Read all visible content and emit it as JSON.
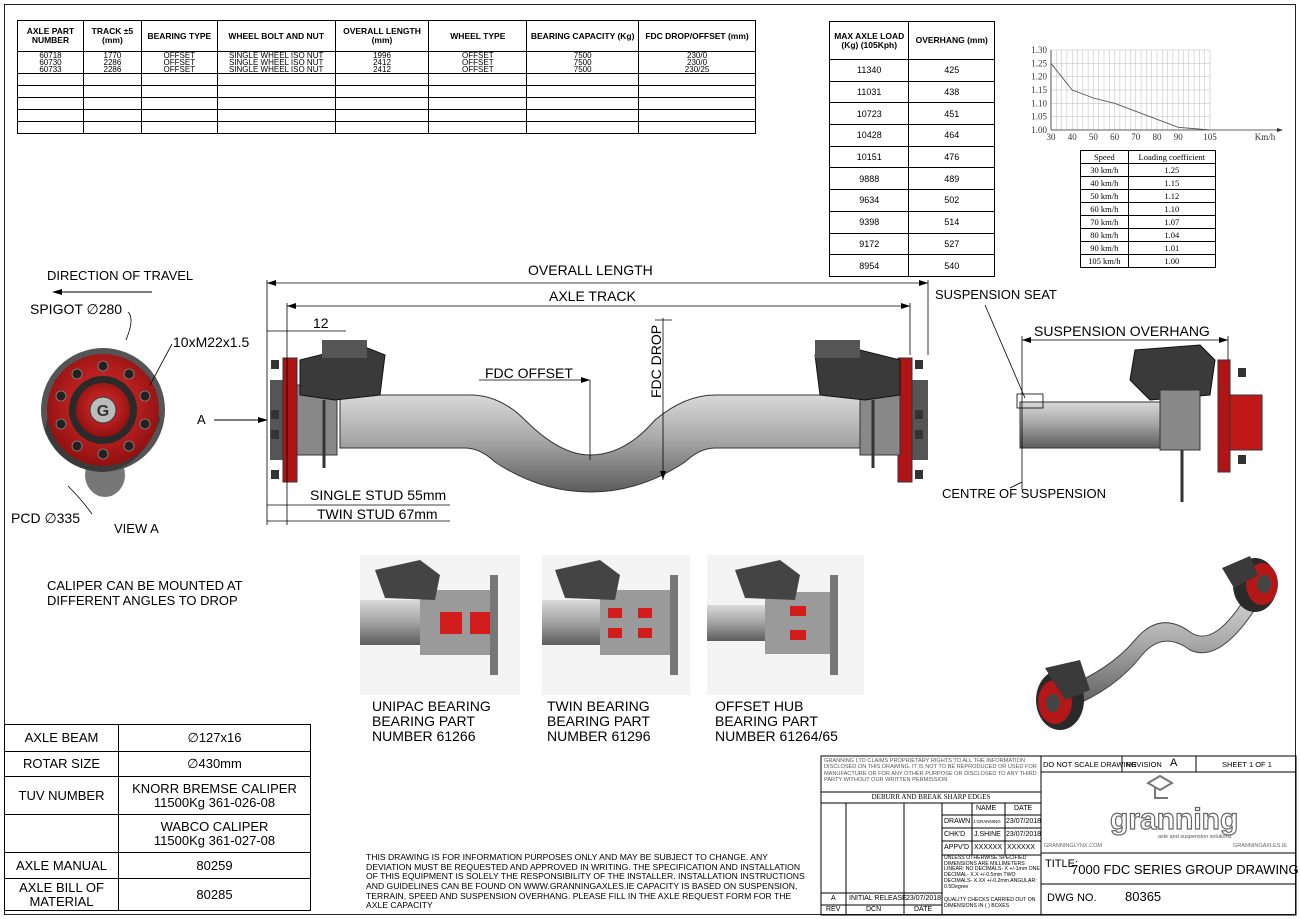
{
  "parts_table": {
    "headers": [
      "AXLE PART NUMBER",
      "TRACK ±5 (mm)",
      "BEARING TYPE",
      "WHEEL BOLT AND NUT",
      "OVERALL LENGTH (mm)",
      "WHEEL TYPE",
      "BEARING CAPACITY (Kg)",
      "FDC DROP/OFFSET (mm)"
    ],
    "rows": [
      [
        "60718",
        "1770",
        "OFFSET",
        "SINGLE WHEEL ISO NUT",
        "1996",
        "OFFSET",
        "7500",
        "230/0"
      ],
      [
        "60730",
        "2286",
        "OFFSET",
        "SINGLE WHEEL ISO NUT",
        "2412",
        "OFFSET",
        "7500",
        "230/0"
      ],
      [
        "60733",
        "2286",
        "OFFSET",
        "SINGLE WHEEL ISO NUT",
        "2412",
        "OFFSET",
        "7500",
        "230/25"
      ]
    ]
  },
  "load_table": {
    "headers": [
      "MAX AXLE LOAD (Kg) (105Kph)",
      "OVERHANG (mm)"
    ],
    "rows": [
      [
        "11340",
        "425"
      ],
      [
        "11031",
        "438"
      ],
      [
        "10723",
        "451"
      ],
      [
        "10428",
        "464"
      ],
      [
        "10151",
        "476"
      ],
      [
        "9888",
        "489"
      ],
      [
        "9634",
        "502"
      ],
      [
        "9398",
        "514"
      ],
      [
        "9172",
        "527"
      ],
      [
        "8954",
        "540"
      ]
    ]
  },
  "chart_data": {
    "type": "line",
    "title": "",
    "xlabel": "Km/h",
    "ylabel": "",
    "x_ticks": [
      "30",
      "40",
      "50",
      "60",
      "70",
      "80",
      "90",
      "105"
    ],
    "y_ticks": [
      "1.00",
      "1.05",
      "1.10",
      "1.15",
      "1.20",
      "1.25",
      "1.30"
    ],
    "xlim": [
      30,
      105
    ],
    "ylim": [
      1.0,
      1.3
    ],
    "grid": true,
    "series": [
      {
        "x": [
          30,
          40,
          50,
          60,
          70,
          80,
          90,
          105
        ],
        "values": [
          1.25,
          1.15,
          1.12,
          1.1,
          1.07,
          1.04,
          1.01,
          1.0
        ]
      }
    ]
  },
  "speed_table": {
    "headers": [
      "Speed",
      "Loading coefficient"
    ],
    "rows": [
      [
        "30 km/h",
        "1.25"
      ],
      [
        "40 km/h",
        "1.15"
      ],
      [
        "50 km/h",
        "1.12"
      ],
      [
        "60 km/h",
        "1.10"
      ],
      [
        "70 km/h",
        "1.07"
      ],
      [
        "80 km/h",
        "1.04"
      ],
      [
        "90 km/h",
        "1.01"
      ],
      [
        "105 km/h",
        "1.00"
      ]
    ]
  },
  "drawing_labels": {
    "direction_of_travel": "DIRECTION OF TRAVEL",
    "spigot": "SPIGOT ∅280",
    "studs": "10xM22x1.5",
    "view_marker": "A",
    "pcd": "PCD ∅335",
    "view_a": "VIEW A",
    "overall_length": "OVERALL LENGTH",
    "axle_track": "AXLE TRACK",
    "dim_12": "12",
    "fdc_offset": "FDC OFFSET",
    "fdc_drop": "FDC DROP",
    "single_stud": "SINGLE STUD 55mm",
    "twin_stud": "TWIN STUD 67mm",
    "suspension_seat": "SUSPENSION SEAT",
    "suspension_overhang": "SUSPENSION OVERHANG",
    "centre_of_suspension": "CENTRE OF SUSPENSION",
    "caliper_note_1": "CALIPER CAN BE MOUNTED AT",
    "caliper_note_2": "DIFFERENT ANGLES TO DROP",
    "bearings": [
      {
        "l1": "UNIPAC BEARING",
        "l2": "BEARING PART",
        "l3": "NUMBER 61266"
      },
      {
        "l1": "TWIN BEARING",
        "l2": "BEARING PART",
        "l3": "NUMBER 61296"
      },
      {
        "l1": "OFFSET HUB",
        "l2": "BEARING PART",
        "l3": "NUMBER 61264/65"
      }
    ]
  },
  "spec_table": {
    "rows": [
      [
        "AXLE BEAM",
        "∅127x16"
      ],
      [
        "ROTAR SIZE",
        "∅430mm"
      ],
      [
        "TUV NUMBER",
        "KNORR BREMSE CALIPER\n11500Kg 361-026-08"
      ],
      [
        "",
        "WABCO CALIPER\n11500Kg 361-027-08"
      ],
      [
        "AXLE MANUAL",
        "80259"
      ],
      [
        "AXLE BILL OF MATERIAL",
        "80285"
      ]
    ]
  },
  "disclaimer": "THIS DRAWING IS FOR INFORMATION PURPOSES ONLY AND MAY BE SUBJECT TO CHANGE. ANY DEVIATION MUST BE REQUESTED AND APPROVED IN WRITING. THE SPECIFICATION AND INSTALLATION OF THIS EQUIPMENT IS SOLELY THE RESPONSIBILITY OF THE INSTALLER. INSTALLATION INSTRUCTIONS AND GUIDELINES CAN BE FOUND ON WWW.GRANNINGAXLES.IE CAPACITY IS BASED ON SUSPENSION, TERRAIN, SPEED AND SUSPENSION OVERHANG. PLEASE FILL IN THE AXLE REQUEST FORM FOR THE AXLE CAPACITY",
  "title_block": {
    "proprietary": "GRANNING LTD CLAIMS PROPRIETARY RIGHTS TO ALL THE INFORMATION DISCLOSED ON THIS DRAWING. IT IS NOT TO BE REPRODUCED OR USED FOR MANUFACTURE OR FOR ANY OTHER PURPOSE OR DISCLOSED TO ANY THIRD PARTY WITHOUT OUR WRITTEN PERMISSION",
    "deburr": "DEBURR AND BREAK SHARP EDGES",
    "col_name": "NAME",
    "col_date": "DATE",
    "drawn_label": "DRAWN",
    "drawn_name": "J.GRANNING",
    "drawn_date": "23/07/2018",
    "chkd_label": "CHK'D",
    "chkd_name": "J.SHINE",
    "chkd_date": "23/07/2018",
    "appvd_label": "APPV'D",
    "appvd_name": "XXXXXX",
    "appvd_date": "XXXXXX",
    "tolerances": "UNLESS OTHERWISE SPECIFIED DIMENSIONS ARE MILLIMETERS LINEAR: NO DECIMALS- X +/-1mm ONE DECIMAL- X.X +/-0.5mm TWO DECIMALS- X.XX +/-0.2mm ANGULAR: 0.5Degree",
    "quality": "QUALITY CHECKS CARRIED OUT ON DIMENSIONS IN ( ) BOXES",
    "rev_letter": "A",
    "rev_desc": "INITIAL RELEASE",
    "rev_date": "23/07/2018",
    "rev_label": "REV",
    "dcn_label": "DCN",
    "date_label": "DATE",
    "do_not_scale": "DO NOT SCALE DRAWING",
    "revision_label": "REVISION",
    "revision_value": "A",
    "sheet": "SHEET 1 OF 1",
    "brand": "granning",
    "brand_tagline": "axle and suspension solutions",
    "url_left": "GRANNINGLYNX.COM",
    "url_right": "GRANNINGAXLES.IE",
    "title_label": "TITLE:",
    "title_value": "7000 FDC SERIES GROUP DRAWING",
    "dwg_label": "DWG NO.",
    "dwg_value": "80365"
  }
}
